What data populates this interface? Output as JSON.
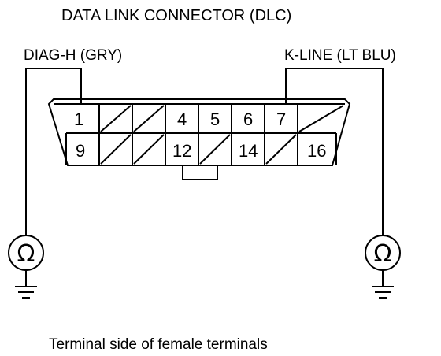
{
  "title": "DATA LINK CONNECTOR (DLC)",
  "wires": {
    "left": {
      "label": "DIAG-H (GRY)",
      "pin": "1"
    },
    "right": {
      "label": "K-LINE (LT BLU)",
      "pin": "7"
    }
  },
  "connector": {
    "top_row": [
      "1",
      "",
      "",
      "4",
      "5",
      "6",
      "7",
      ""
    ],
    "bottom_row": [
      "9",
      "",
      "",
      "12",
      "",
      "14",
      "",
      "16"
    ],
    "blank_cells_marked": "diagonal"
  },
  "meters": {
    "left": {
      "symbol": "Ω",
      "icon": "ohmmeter-icon"
    },
    "right": {
      "symbol": "Ω",
      "icon": "ohmmeter-icon"
    }
  },
  "ground_icon": "ground-icon",
  "caption": "Terminal side of female terminals"
}
